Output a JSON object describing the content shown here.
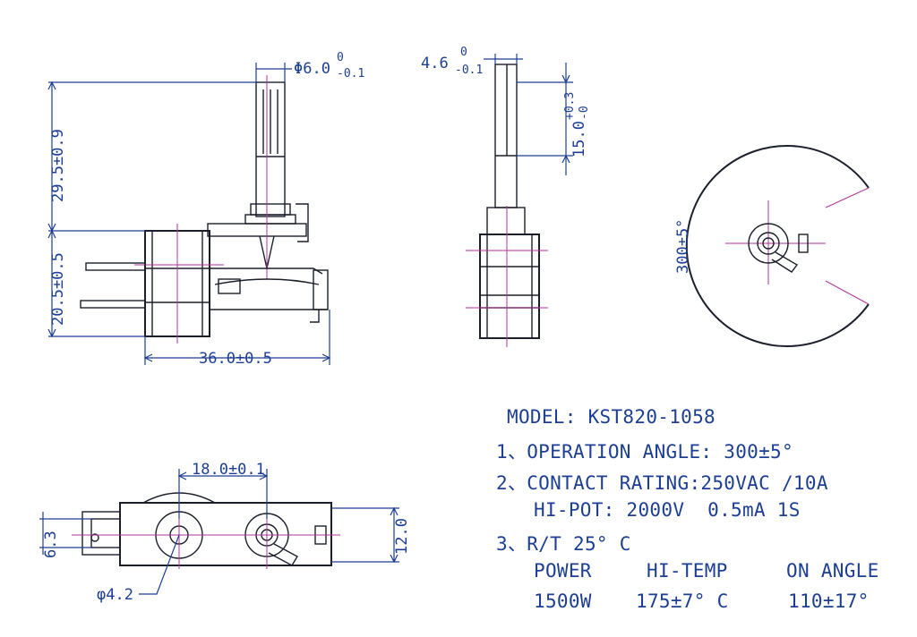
{
  "dimensions": {
    "shaft_diameter": "Φ6.0",
    "shaft_diameter_tol_upper": "0",
    "shaft_diameter_tol_lower": "-0.1",
    "shaft_flat": "4.6",
    "shaft_flat_tol_upper": "0",
    "shaft_flat_tol_lower": "-0.1",
    "flat_length": "15.0",
    "flat_length_tol_upper": "+0.3",
    "flat_length_tol_lower": "-0",
    "shaft_height": "29.5±0.9",
    "body_height": "20.5±0.5",
    "body_length": "36.0±0.5",
    "angle_label": "300±5°",
    "hole_spacing": "18.0±0.1",
    "terminal_width": "6.3",
    "body_width": "12.0",
    "hole_diameter": "φ4.2"
  },
  "specs": {
    "model": "MODEL: KST820-1058",
    "line1": "1、OPERATION ANGLE: 300±5°",
    "line2": "2、CONTACT RATING:250VAC /10A",
    "line2b": "HI-POT: 2000V  0.5mA 1S",
    "line3": "3、R/T 25° C",
    "table_header": [
      "POWER",
      "HI-TEMP",
      "ON ANGLE"
    ],
    "table_row": [
      "1500W",
      "175±7° C",
      "110±17°"
    ]
  }
}
